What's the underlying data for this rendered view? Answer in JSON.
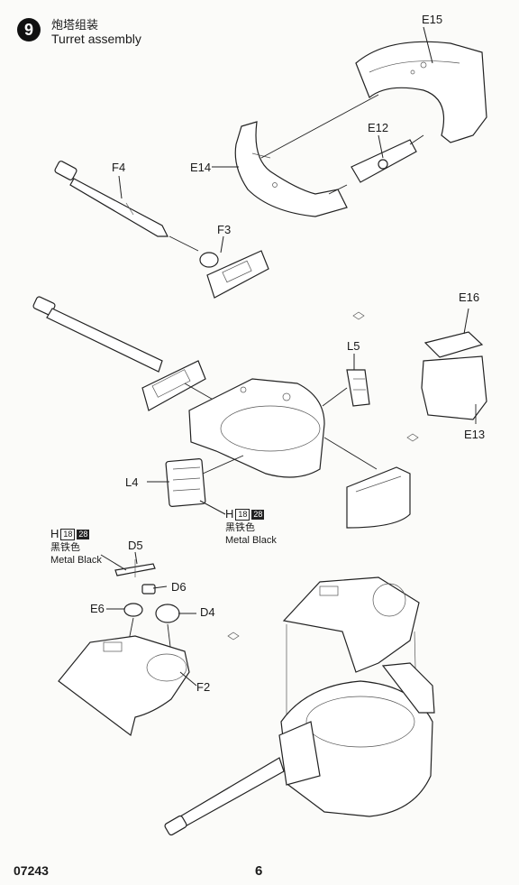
{
  "step": {
    "number": "9",
    "title_cn": "炮塔组装",
    "title_en": "Turret assembly"
  },
  "labels": {
    "e15": "E15",
    "e12": "E12",
    "e14": "E14",
    "f4": "F4",
    "f3": "F3",
    "e16": "E16",
    "l5": "L5",
    "e13": "E13",
    "l4": "L4",
    "d5": "D5",
    "d6": "D6",
    "e6": "E6",
    "d4": "D4",
    "f2": "F2"
  },
  "paint_left": {
    "letter": "H",
    "num1": "18",
    "num2": "28",
    "cn": "黑铁色",
    "en": "Metal Black"
  },
  "paint_mid": {
    "letter": "H",
    "num1": "18",
    "num2": "28",
    "cn": "黑铁色",
    "en": "Metal Black"
  },
  "footer": {
    "code": "07243",
    "page": "6"
  },
  "icons": [
    "glue-icon"
  ]
}
